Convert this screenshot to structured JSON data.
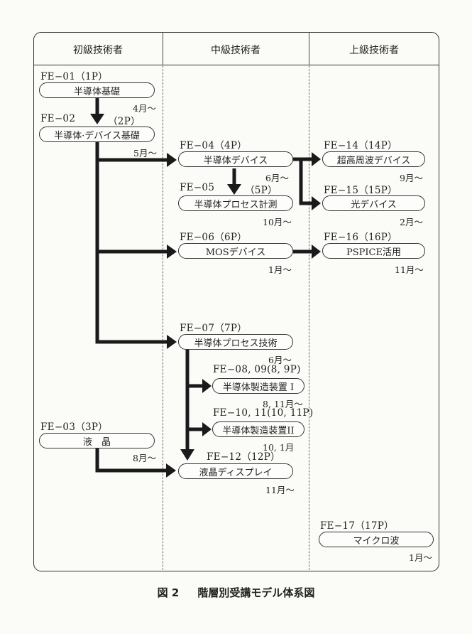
{
  "headers": {
    "beginner": "初級技術者",
    "intermediate": "中級技術者",
    "advanced": "上級技術者"
  },
  "courses": {
    "fe01": {
      "code": "FE−01（1P）",
      "title": "半導体基礎",
      "month": "4月〜"
    },
    "fe02": {
      "code": "FE−02",
      "pages": "（2P）",
      "title": "半導体·デバイス基礎",
      "month": "5月〜"
    },
    "fe03": {
      "code": "FE−03（3P）",
      "title": "液　晶",
      "month": "8月〜"
    },
    "fe04": {
      "code": "FE−04（4P）",
      "title": "半導体デバイス",
      "month": "6月〜"
    },
    "fe05": {
      "code": "FE−05",
      "pages": "（5P）",
      "title": "半導体プロセス計測",
      "month": "10月〜"
    },
    "fe06": {
      "code": "FE−06（6P）",
      "title": "MOSデバイス",
      "month": "1月〜"
    },
    "fe07": {
      "code": "FE−07（7P）",
      "title": "半導体プロセス技術",
      "month": "6月〜"
    },
    "fe0809": {
      "code": "FE−08, 09(8, 9P)",
      "title": "半導体製造装置 I",
      "month": "8, 11月〜"
    },
    "fe1011": {
      "code": "FE−10, 11(10, 11P)",
      "title": "半導体製造装置II",
      "month": "10, 1月"
    },
    "fe12": {
      "code": "FE−12（12P）",
      "title": "液晶ディスプレイ",
      "month": "11月〜"
    },
    "fe14": {
      "code": "FE−14（14P）",
      "title": "超高周波デバイス",
      "month": "9月〜"
    },
    "fe15": {
      "code": "FE−15（15P）",
      "title": "光デバイス",
      "month": "2月〜"
    },
    "fe16": {
      "code": "FE−16（16P）",
      "title": "PSPICE活用",
      "month": "11月〜"
    },
    "fe17": {
      "code": "FE−17（17P）",
      "title": "マイクロ波",
      "month": "1月〜"
    }
  },
  "caption": {
    "number": "図 2",
    "title": "階層別受講モデル体系図"
  }
}
